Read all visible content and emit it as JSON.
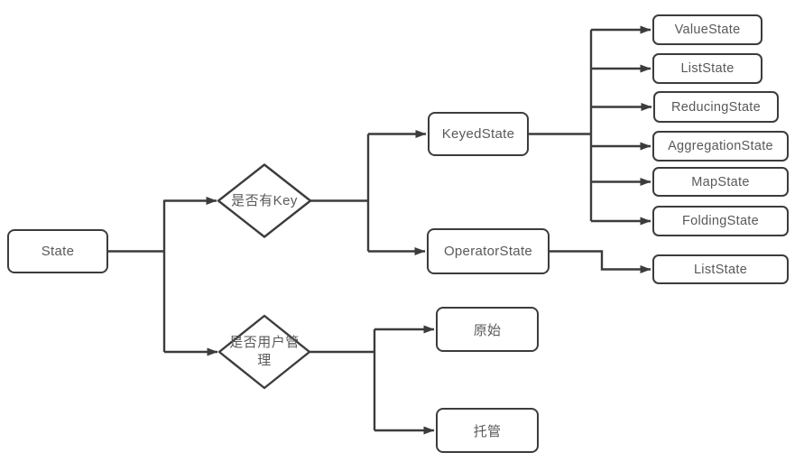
{
  "diagram": {
    "root": {
      "label": "State"
    },
    "decisions": {
      "has_key": {
        "label": "是否有Key"
      },
      "user_managed": {
        "label": "是否用户管理"
      }
    },
    "keyed": {
      "label": "KeyedState",
      "children": [
        "ValueState",
        "ListState",
        "ReducingState",
        "AggregationState",
        "MapState",
        "FoldingState"
      ]
    },
    "operator": {
      "label": "OperatorState",
      "children": [
        "ListState"
      ]
    },
    "management": {
      "children": [
        "原始",
        "托管"
      ]
    },
    "colors": {
      "line": "#3c3c3c",
      "text": "#595959",
      "background": "#ffffff"
    }
  }
}
